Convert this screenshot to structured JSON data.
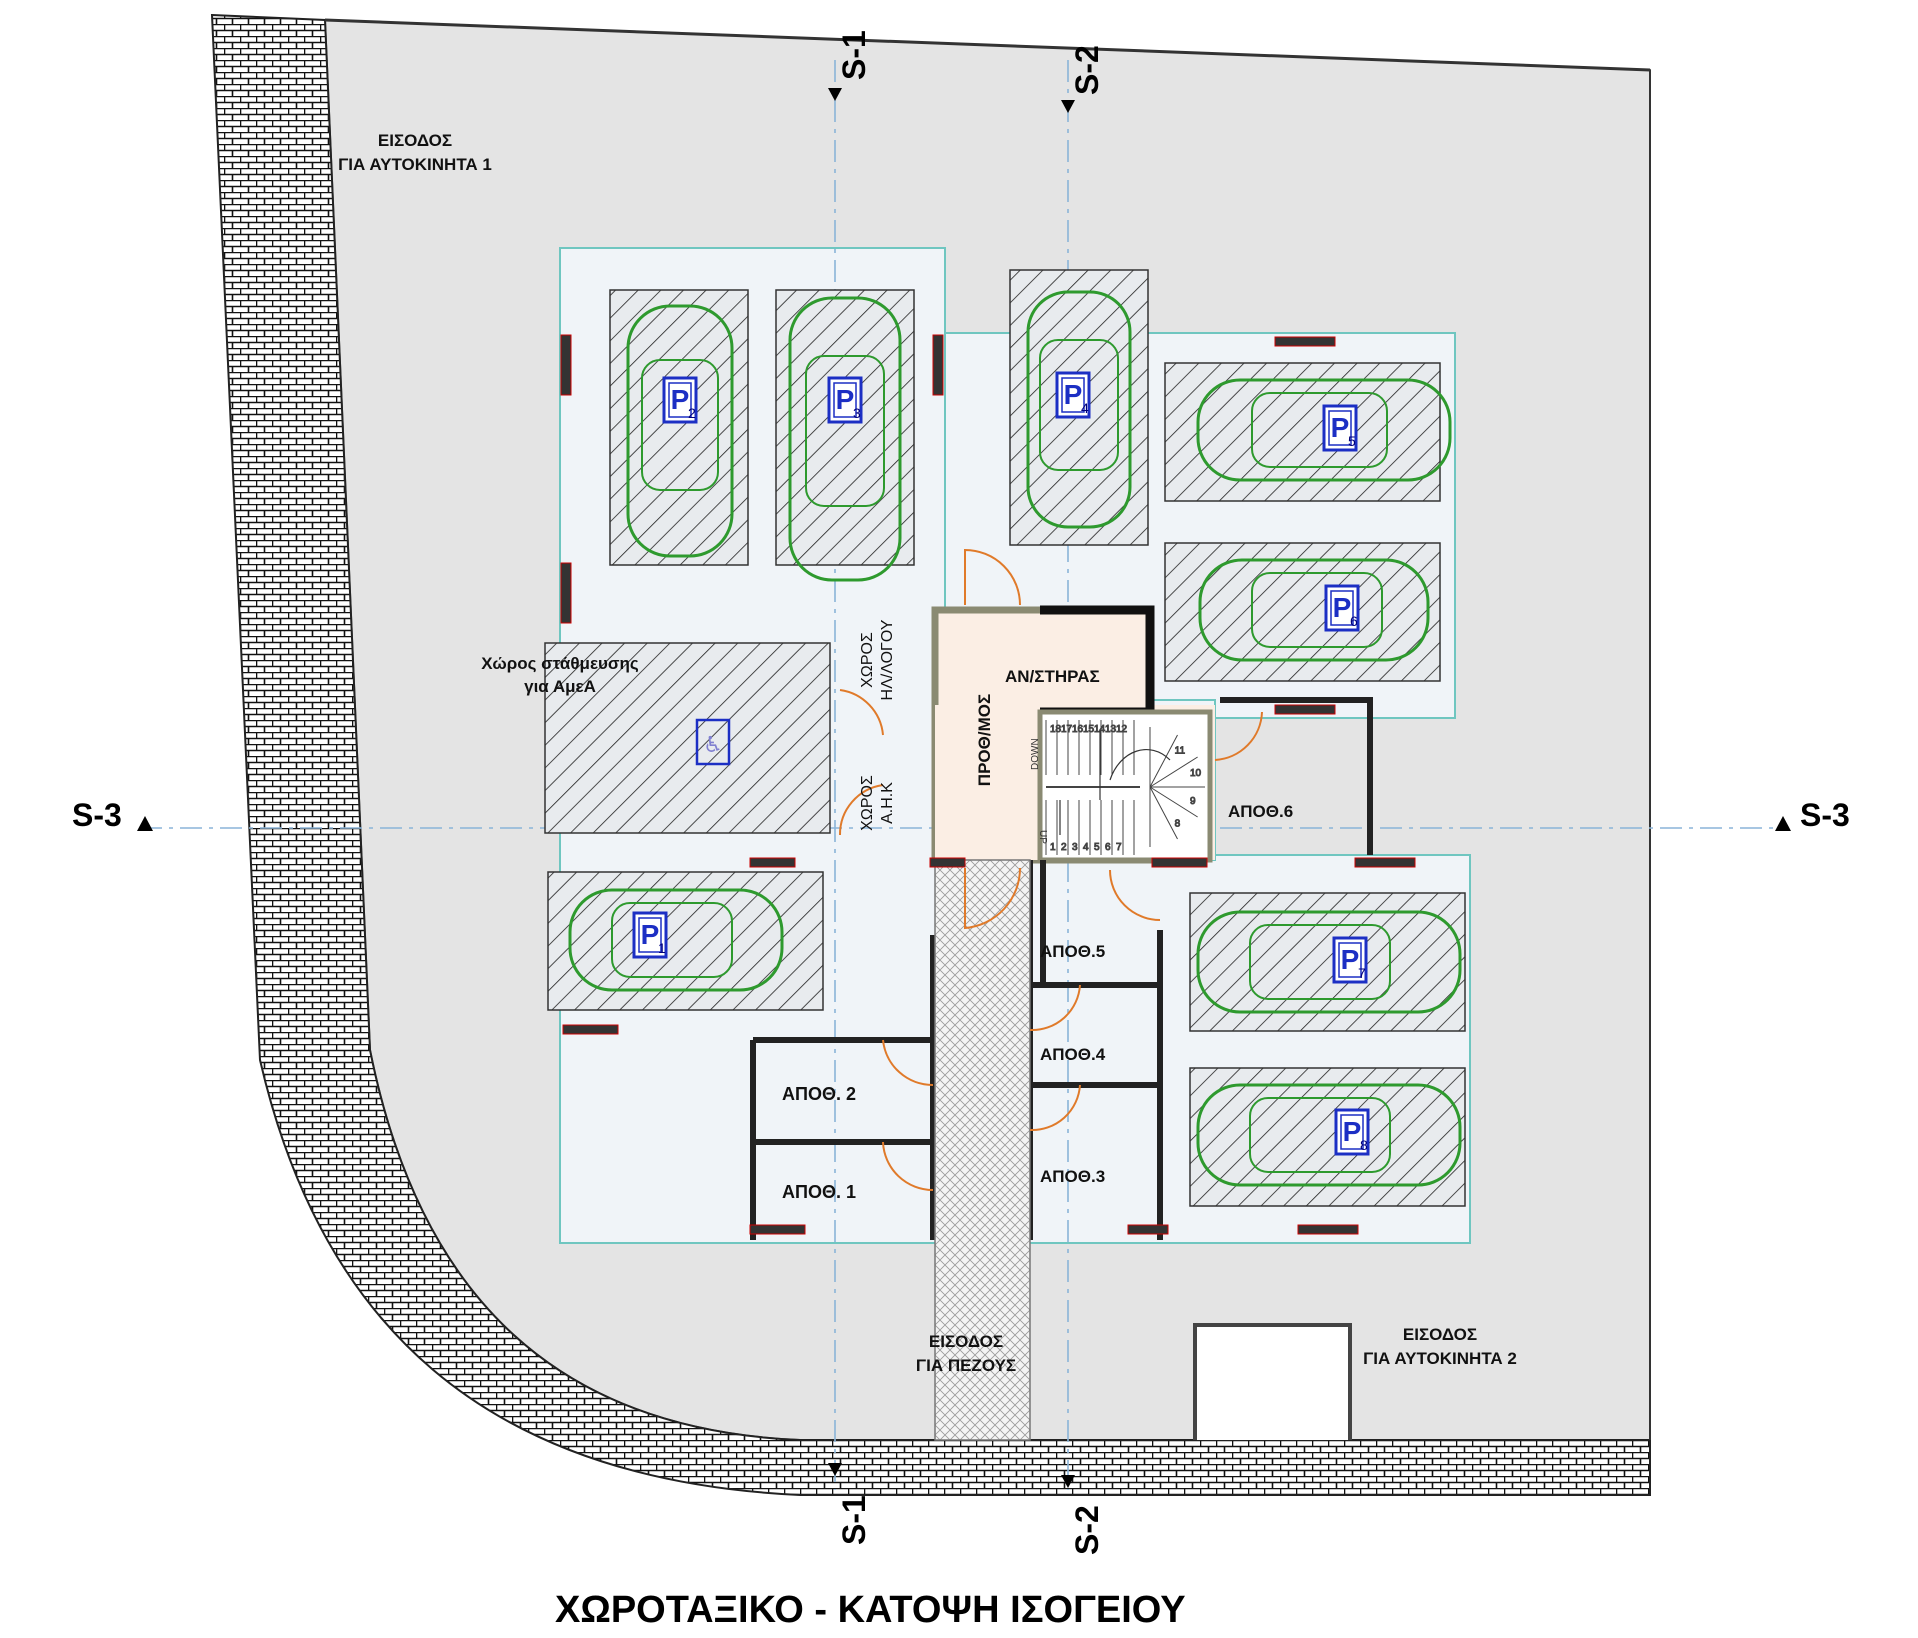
{
  "title": "ΧΩΡΟΤΑΞΙΚΟ - ΚΑΤΟΨΗ ΙΣΟΓΕΙΟΥ",
  "sections": {
    "s1": "S-1",
    "s2": "S-2",
    "s3": "S-3"
  },
  "entrances": {
    "car1_line1": "ΕΙΣΟΔΟΣ",
    "car1_line2": "ΓΙΑ ΑΥΤΟΚΙΝΗΤΑ 1",
    "car2_line1": "ΕΙΣΟΔΟΣ",
    "car2_line2": "ΓΙΑ ΑΥΤΟΚΙΝΗΤΑ 2",
    "ped_line1": "ΕΙΣΟΔΟΣ",
    "ped_line2": "ΓΙΑ ΠΕΖΟΥΣ"
  },
  "rooms": {
    "accessible_line1": "Χώρος στάθμευσης",
    "accessible_line2": "για ΑμεΑ",
    "lobby": "ΠΡΟΘ/ΜΟΣ",
    "elevator": "ΑΝ/ΣΤΗΡΑΣ",
    "meter_line1": "ΧΩΡΟΣ",
    "meter_line2": "ΗΛ/ΛΟΓΟΥ",
    "ahk_line1": "ΧΩΡΟΣ",
    "ahk_line2": "Α.Η.Κ",
    "storage1": "ΑΠΟΘ. 1",
    "storage2": "ΑΠΟΘ. 2",
    "storage3": "ΑΠΟΘ.3",
    "storage4": "ΑΠΟΘ.4",
    "storage5": "ΑΠΟΘ.5",
    "storage6": "ΑΠΟΘ.6",
    "stair_down": "DOWN",
    "stair_up": "UP"
  },
  "parking_symbol": "P",
  "parking_spots": [
    "1",
    "2",
    "3",
    "4",
    "5",
    "6",
    "7",
    "8"
  ],
  "stair_steps": [
    "1",
    "2",
    "3",
    "4",
    "5",
    "6",
    "7",
    "8",
    "9",
    "10",
    "11",
    "12",
    "13",
    "14",
    "15",
    "16",
    "17",
    "18"
  ],
  "colors": {
    "lot": "#e4e4e4",
    "building": "#f0f4f8",
    "grid_line": "#8ab4d8",
    "car": "#2e9a2e",
    "parking_sign": "#1c2fc4",
    "lobby": "#fbeee4",
    "outline": "#6fc6c0"
  }
}
